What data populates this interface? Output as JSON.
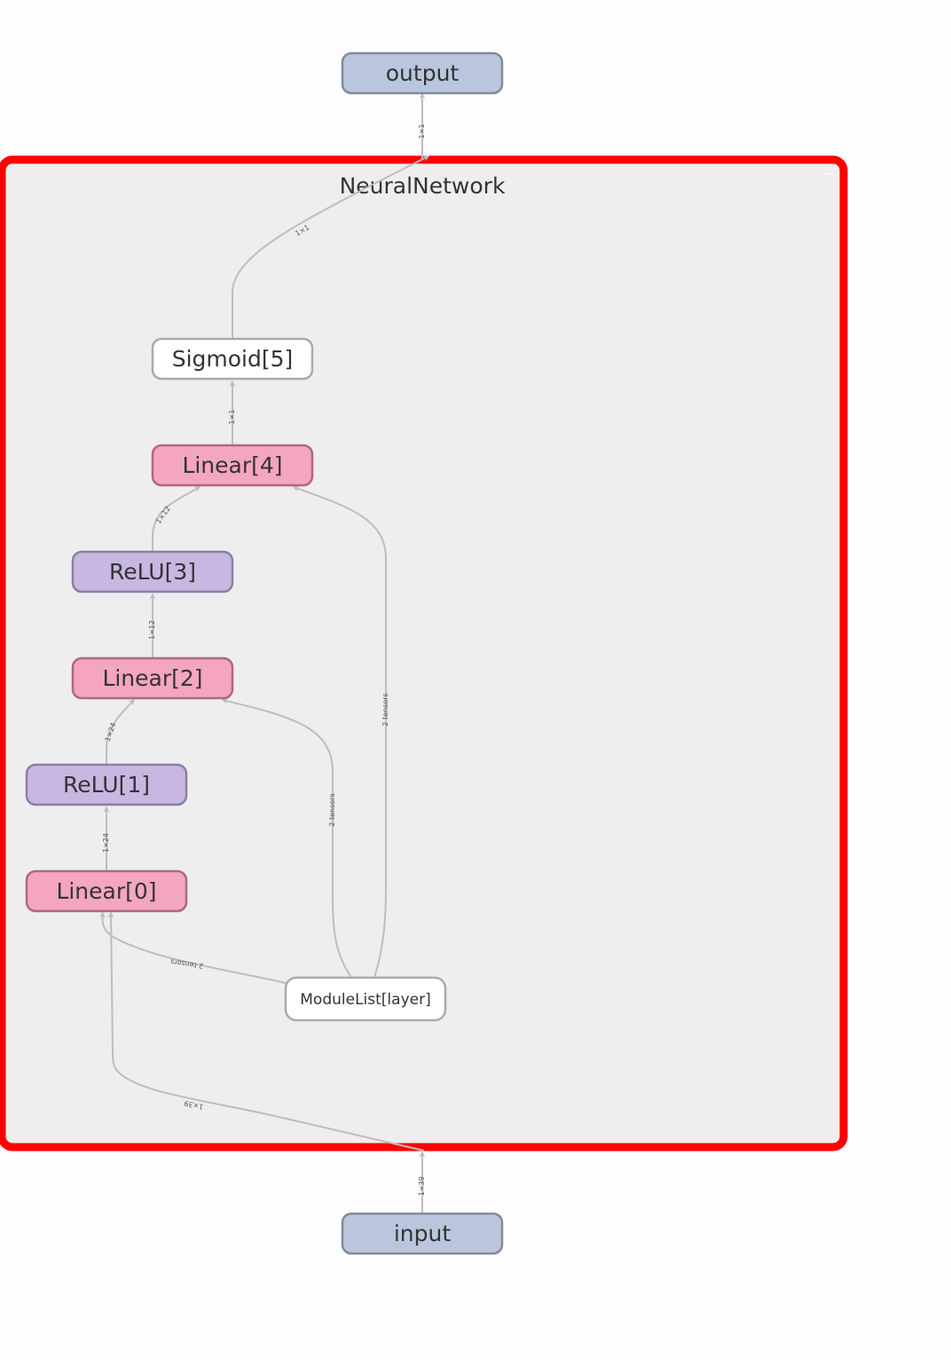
{
  "graph": {
    "group": {
      "label": "NeuralNetwork",
      "collapse_glyph": "−",
      "fill": "#eeeeee",
      "border_color": "#ff0000"
    },
    "nodes": {
      "output": {
        "label": "output",
        "kind": "io"
      },
      "input": {
        "label": "input",
        "kind": "io"
      },
      "sigmoid5": {
        "label": "Sigmoid[5]",
        "kind": "activation-plain"
      },
      "linear4": {
        "label": "Linear[4]",
        "kind": "linear"
      },
      "relu3": {
        "label": "ReLU[3]",
        "kind": "relu"
      },
      "linear2": {
        "label": "Linear[2]",
        "kind": "linear"
      },
      "relu1": {
        "label": "ReLU[1]",
        "kind": "relu"
      },
      "linear0": {
        "label": "Linear[0]",
        "kind": "linear"
      },
      "modulelist": {
        "label": "ModuleList[layer]",
        "kind": "module"
      }
    },
    "edges": {
      "group_to_output": {
        "from": "NeuralNetwork",
        "to": "output",
        "label": "1×1"
      },
      "sigmoid_to_group": {
        "from": "sigmoid5",
        "to": "NeuralNetwork",
        "label": "1×1"
      },
      "linear4_to_sigmoid": {
        "from": "linear4",
        "to": "sigmoid5",
        "label": "1×1"
      },
      "relu3_to_linear4": {
        "from": "relu3",
        "to": "linear4",
        "label": "1×12"
      },
      "linear2_to_relu3": {
        "from": "linear2",
        "to": "relu3",
        "label": "1×12"
      },
      "relu1_to_linear2": {
        "from": "relu1",
        "to": "linear2",
        "label": "1×24"
      },
      "linear0_to_relu1": {
        "from": "linear0",
        "to": "relu1",
        "label": "1×24"
      },
      "modulelist_to_linear0": {
        "from": "modulelist",
        "to": "linear0",
        "label": "2 tensors"
      },
      "modulelist_to_linear2": {
        "from": "modulelist",
        "to": "linear2",
        "label": "2 tensors"
      },
      "modulelist_to_linear4": {
        "from": "modulelist",
        "to": "linear4",
        "label": "2 tensors"
      },
      "group_in_to_linear0": {
        "from": "NeuralNetwork",
        "to": "linear0",
        "label": "1×39"
      },
      "input_to_group": {
        "from": "input",
        "to": "NeuralNetwork",
        "label": "1×39"
      }
    },
    "colors": {
      "io_fill": "#bac6dd",
      "io_stroke": "#838a9a",
      "linear_fill": "#f4a6c0",
      "linear_stroke": "#b0677f",
      "relu_fill": "#c7b7e1",
      "relu_stroke": "#8c7ea4",
      "plain_fill": "#ffffff",
      "plain_stroke": "#aaaaaa",
      "edge": "#bdbdbd"
    }
  }
}
